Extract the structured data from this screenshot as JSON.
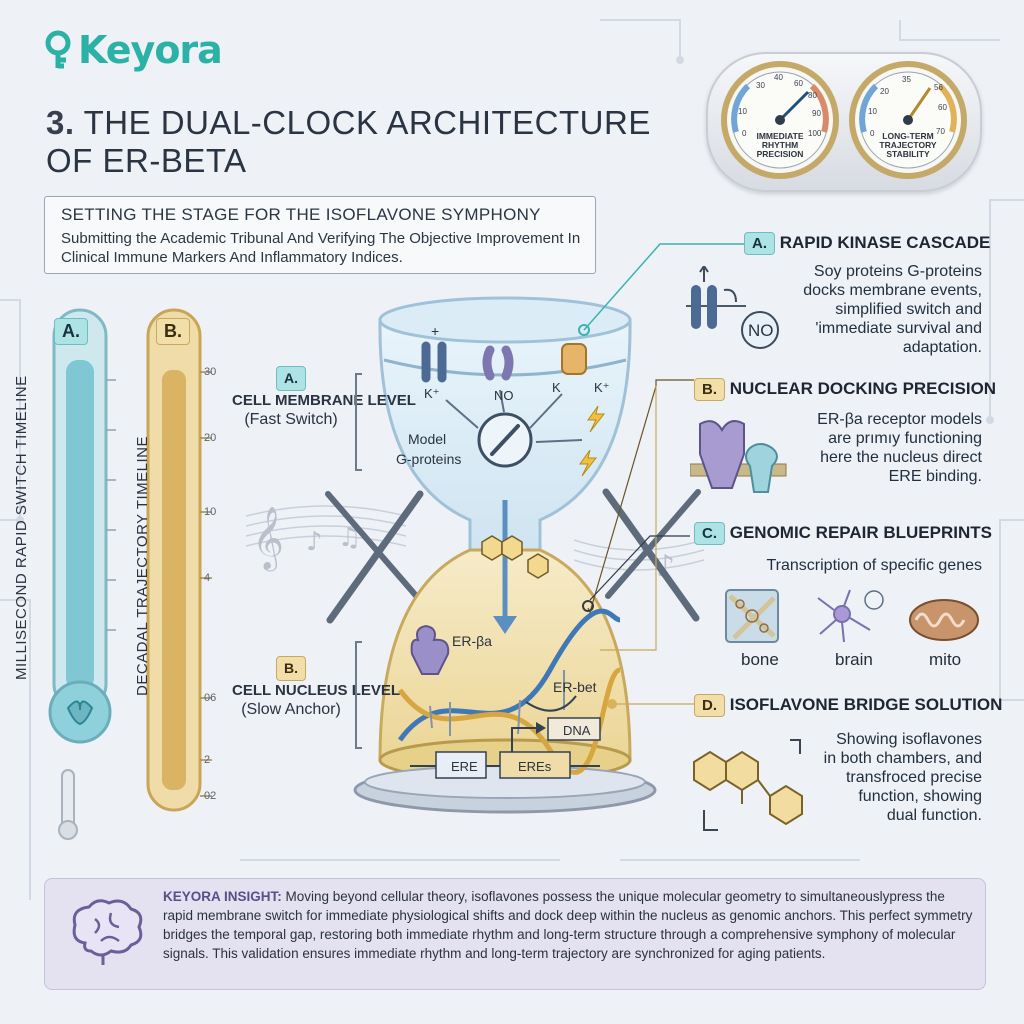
{
  "brand": {
    "name": "Keyora"
  },
  "title": {
    "number": "3.",
    "line1": "THE DUAL-CLOCK ARCHITECTURE",
    "line2": "OF ER-BETA"
  },
  "intro": {
    "heading": "SETTING THE STAGE FOR THE ISOFLAVONE SYMPHONY",
    "body": "Submitting the Academic Tribunal And Verifying The Objective Improvement In Clinical Immune Markers And Inflammatory Indices."
  },
  "gauges": {
    "left": {
      "label": "IMMEDIATE RHYTHM PRECISION",
      "ticks": [
        "0",
        "10",
        "30",
        "40",
        "60",
        "80",
        "90",
        "100"
      ]
    },
    "right": {
      "label": "LONG-TERM TRAJECTORY STABILITY",
      "ticks": [
        "0",
        "10",
        "20",
        "35",
        "56",
        "60",
        "70"
      ]
    }
  },
  "timelines": {
    "a": {
      "badge": "A.",
      "label": "MILLISECOND RAPID SWITCH TIMELINE"
    },
    "b": {
      "badge": "B.",
      "label": "DECADAL TRAJECTORY TIMELINE",
      "ticks": [
        "30",
        "20",
        "10",
        "4",
        "06",
        "2",
        "02"
      ]
    }
  },
  "hourglass": {
    "top_level": {
      "badge": "A.",
      "title": "CELL MEMBRANE LEVEL",
      "sub": "(Fast Switch)"
    },
    "bottom_level": {
      "badge": "B.",
      "title": "CELL NUCLEUS LEVEL",
      "sub": "(Slow Anchor)"
    },
    "labels": {
      "plus": "+",
      "k_left": "K⁺",
      "no": "NO",
      "k_right": "K",
      "k_plus": "K⁺",
      "model": "Model",
      "g_proteins": "G-proteins",
      "er_beta": "ER-βa",
      "er_bet": "ER-bet",
      "dna": "DNA",
      "ere": "ERE",
      "eres": "EREs"
    }
  },
  "sections": {
    "a": {
      "badge": "A.",
      "title": "RAPID KINASE CASCADE",
      "lines": [
        "Soy proteins G-proteins",
        "docks membrane events,",
        "simplified switch and",
        "'immediate survival and",
        "adaptation."
      ],
      "no_label": "NO"
    },
    "b": {
      "badge": "B.",
      "title": "NUCLEAR DOCKING PRECISION",
      "lines": [
        "ER-βa receptor models",
        "are prımıy functioning",
        "here the nucleus direct",
        "ERE binding."
      ]
    },
    "c": {
      "badge": "C.",
      "title": "GENOMIC REPAIR BLUEPRINTS",
      "lines": [
        "Transcription of specific genes"
      ],
      "organs": [
        "bone",
        "brain",
        "mito"
      ]
    },
    "d": {
      "badge": "D.",
      "title": "ISOFLAVONE BRIDGE SOLUTION",
      "lines": [
        "Showing isoflavones",
        "in both chambers, and",
        "transfroced precise",
        "function, showing",
        "dual function."
      ]
    }
  },
  "insight": {
    "label": "KEYORA INSIGHT:",
    "text": " Moving beyond cellular theory, isoflavones possess the unique molecular geometry to simultaneouslypress the rapid membrane switch for immediate physiological shifts and dock deep within the nucleus as genomic anchors. This perfect symmetry bridges the temporal gap, restoring both immediate rhythm and long-term structure through a comprehensive symphony of molecular signals. This validation ensures immediate rhythm and long-term trajectory are synchronized for aging patients."
  },
  "colors": {
    "teal": "#2bb1a6",
    "gold": "#d8b35a",
    "accent_badge_a": "#aee3e6",
    "accent_badge_b": "#f2dea8"
  }
}
